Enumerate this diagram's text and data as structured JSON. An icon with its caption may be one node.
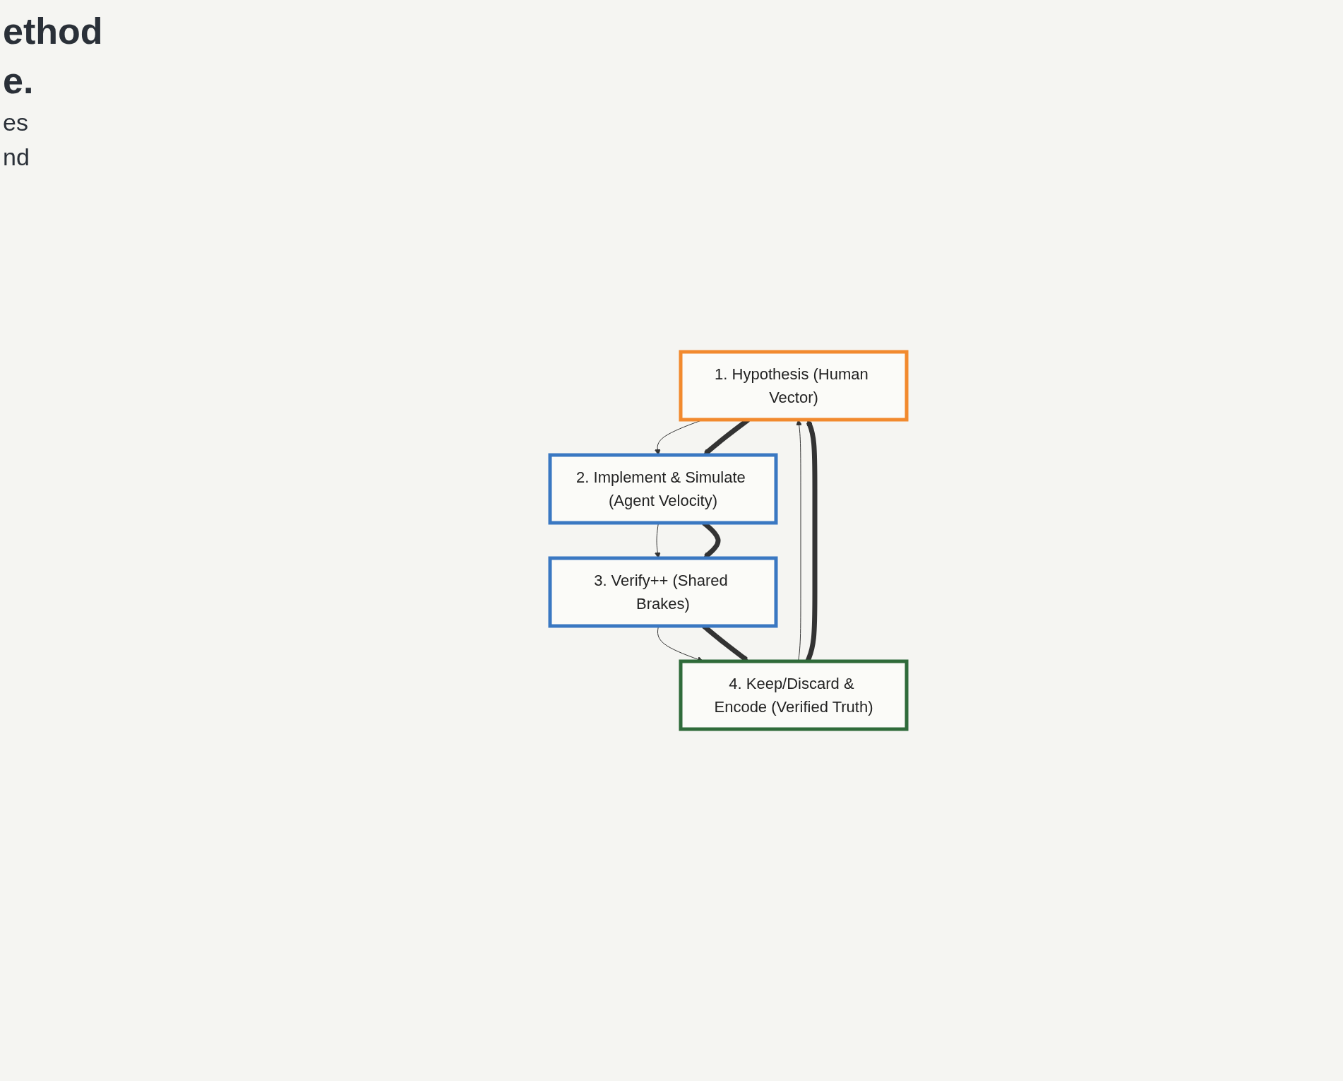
{
  "diagram": {
    "nodes": [
      {
        "text": [
          "1. Hypothesis (Human Vector)"
        ]
      },
      {
        "text": [
          "2. Implement & Simulate (Agent Velocity)"
        ]
      },
      {
        "text": [
          "3. Verify++ (Shared Brakes)"
        ]
      },
      {
        "text": [
          "4. Keep/Discard & Encode (Verified Truth)"
        ]
      }
    ],
    "edges": [
      {
        "from": 0,
        "to": 1,
        "arrow": "to"
      },
      {
        "from": 0,
        "to": 1,
        "arrow": "to",
        "style": "thick"
      },
      {
        "from": 1,
        "to": 2,
        "arrow": "to"
      },
      {
        "from": 1,
        "to": 2,
        "arrow": "to",
        "style": "thick"
      },
      {
        "from": 2,
        "to": 3,
        "arrow": "to"
      },
      {
        "from": 2,
        "to": 3,
        "arrow": "to",
        "style": "thick"
      },
      {
        "from": 3,
        "to": 0,
        "arrow": "to"
      },
      {
        "from": 3,
        "to": 0,
        "arrow": "to",
        "style": "thick"
      }
    ],
    "labels": [
      "ethod",
      "e.",
      "es",
      "nd"
    ]
  }
}
